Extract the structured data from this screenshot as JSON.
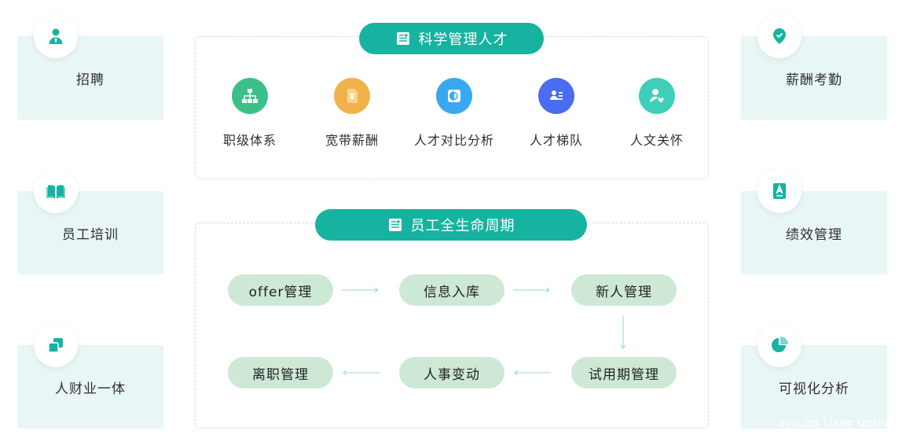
{
  "left_cards": [
    {
      "label": "招聘",
      "icon": "person-tie-icon"
    },
    {
      "label": "员工培训",
      "icon": "book-icon"
    },
    {
      "label": "人财业一体",
      "icon": "squares-icon"
    }
  ],
  "right_cards": [
    {
      "label": "薪酬考勤",
      "icon": "location-pin-icon"
    },
    {
      "label": "绩效管理",
      "icon": "document-a-icon"
    },
    {
      "label": "可视化分析",
      "icon": "pie-chart-icon"
    }
  ],
  "top_panel": {
    "title": "科学管理人才",
    "features": [
      {
        "label": "职级体系",
        "icon": "hierarchy-icon",
        "color": "#3cc08a"
      },
      {
        "label": "宽带薪酬",
        "icon": "yuan-doc-icon",
        "color": "#f0b24a"
      },
      {
        "label": "人才对比分析",
        "icon": "compare-icon",
        "color": "#3aa8f0"
      },
      {
        "label": "人才梯队",
        "icon": "id-card-icon",
        "color": "#4a6cf0"
      },
      {
        "label": "人文关怀",
        "icon": "user-heart-icon",
        "color": "#3fcfb9"
      }
    ]
  },
  "bottom_panel": {
    "title": "员工全生命周期",
    "stages": [
      "offer管理",
      "信息入库",
      "新人管理",
      "试用期管理",
      "人事变动",
      "离职管理"
    ]
  },
  "colors": {
    "accent": "#16b3a0",
    "card_bg": "#e9f6f6",
    "stage_bg": "#cde9d6"
  },
  "watermark": "ayc.cn User uploads"
}
